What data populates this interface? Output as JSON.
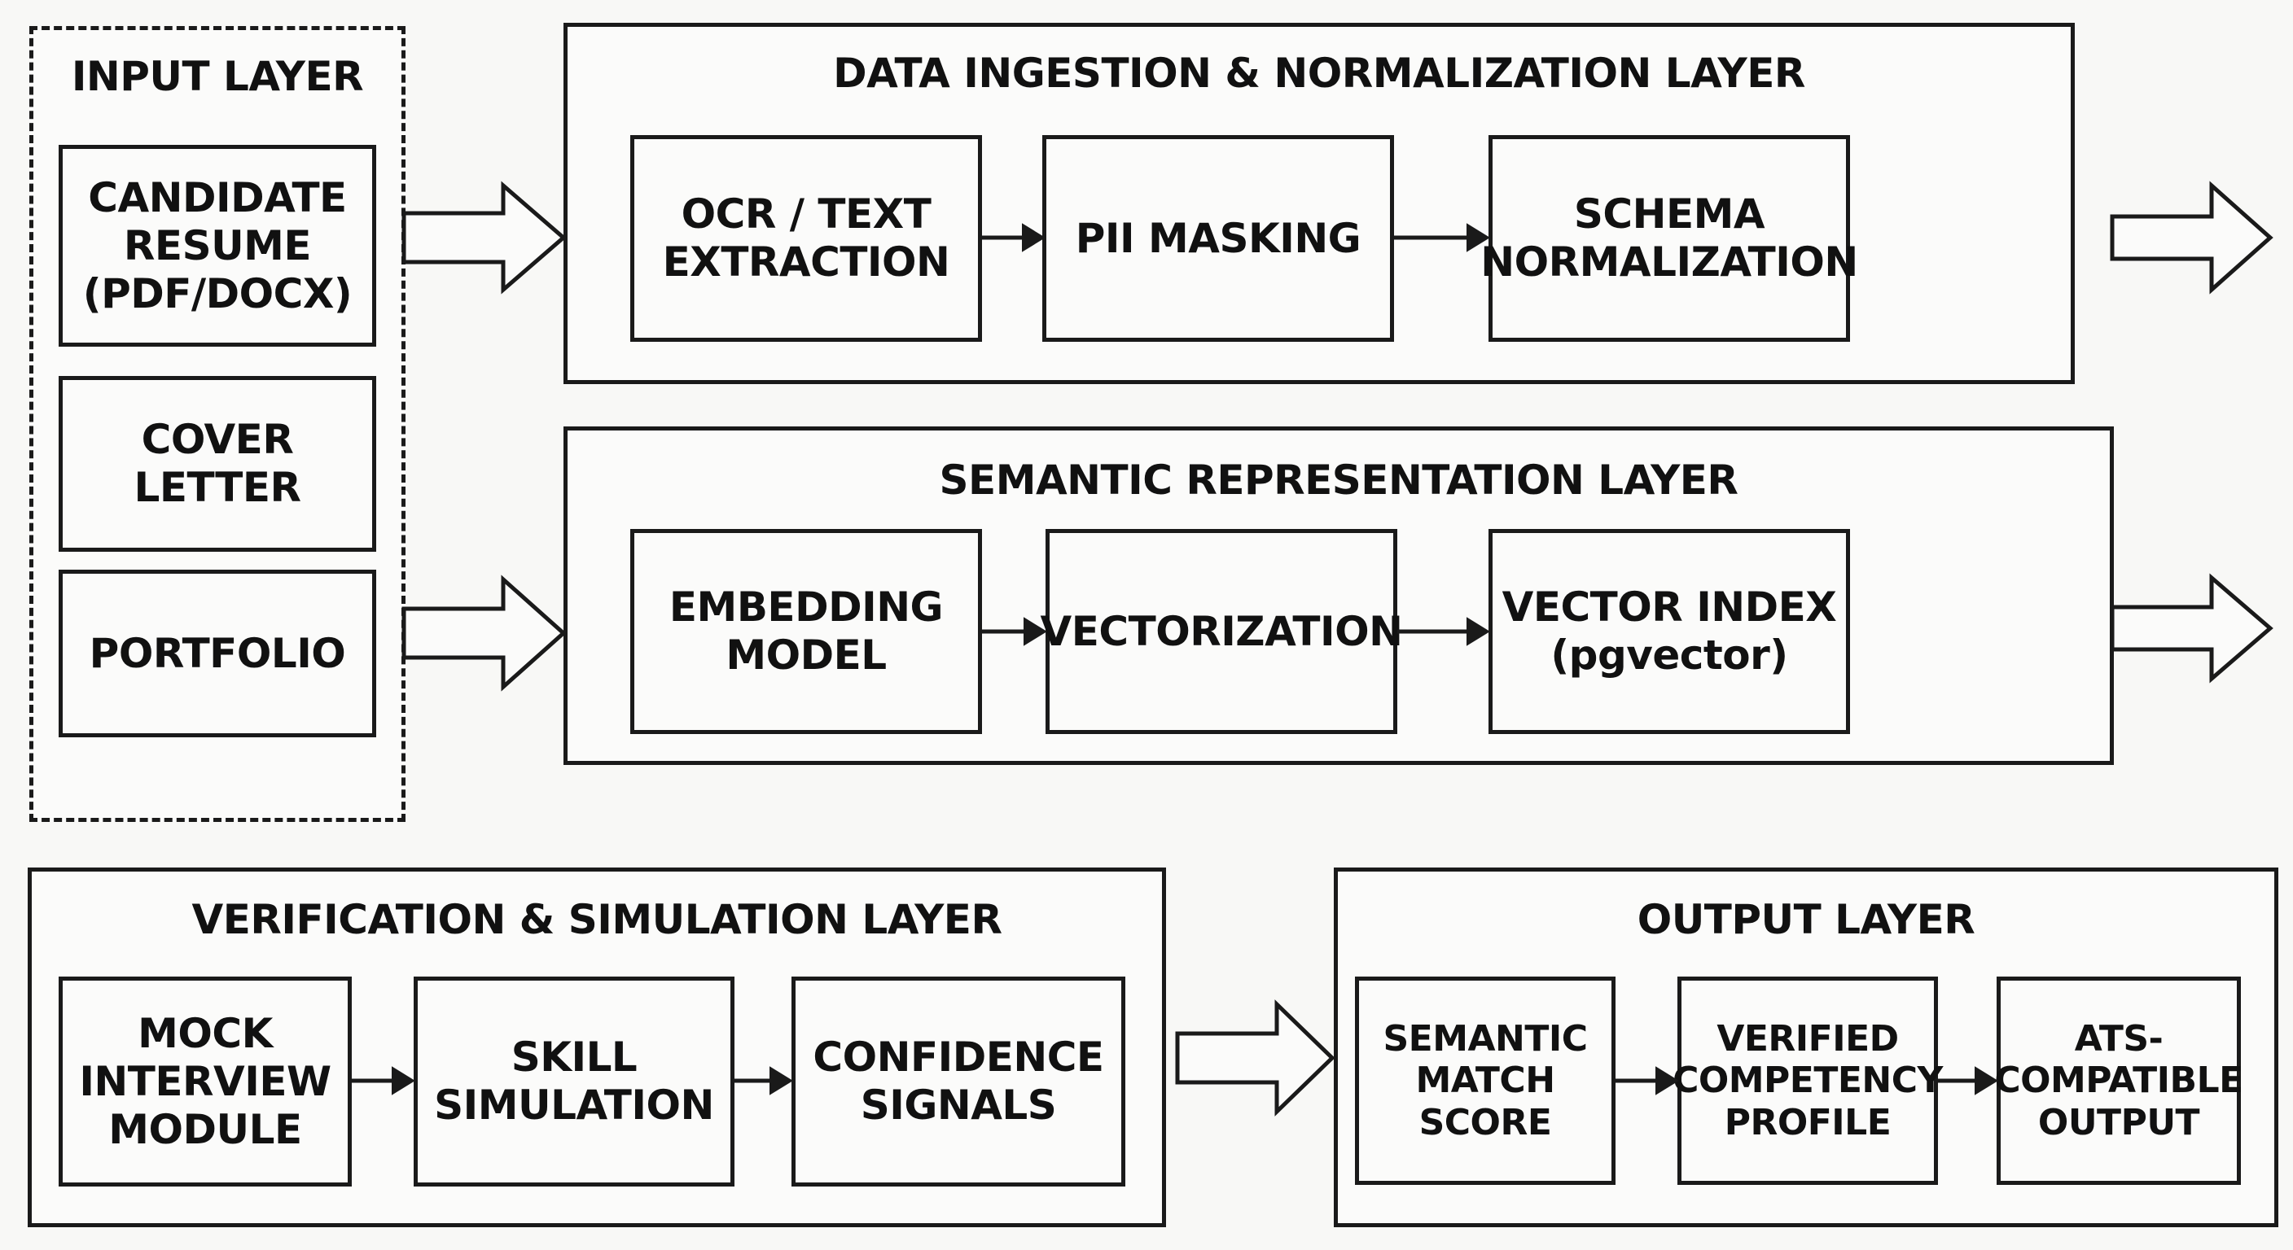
{
  "input_layer": {
    "title": "INPUT LAYER",
    "items": [
      {
        "label": "CANDIDATE\nRESUME\n(PDF/DOCX)"
      },
      {
        "label": "COVER\nLETTER"
      },
      {
        "label": "PORTFOLIO"
      }
    ]
  },
  "ingestion_layer": {
    "title": "DATA INGESTION & NORMALIZATION LAYER",
    "steps": [
      {
        "label": "OCR / TEXT\nEXTRACTION"
      },
      {
        "label": "PII MASKING"
      },
      {
        "label": "SCHEMA\nNORMALIZATION"
      }
    ]
  },
  "semantic_layer": {
    "title": "SEMANTIC REPRESENTATION LAYER",
    "steps": [
      {
        "label": "EMBEDDING\nMODEL"
      },
      {
        "label": "VECTORIZATION"
      },
      {
        "label": "VECTOR INDEX\n(pgvector)"
      }
    ]
  },
  "verification_layer": {
    "title": "VERIFICATION & SIMULATION LAYER",
    "steps": [
      {
        "label": "MOCK\nINTERVIEW\nMODULE"
      },
      {
        "label": "SKILL\nSIMULATION"
      },
      {
        "label": "CONFIDENCE\nSIGNALS"
      }
    ]
  },
  "output_layer": {
    "title": "OUTPUT LAYER",
    "steps": [
      {
        "label": "SEMANTIC\nMATCH\nSCORE"
      },
      {
        "label": "VERIFIED\nCOMPETENCY\nPROFILE"
      },
      {
        "label": "ATS-\nCOMPATIBLE\nOUTPUT"
      }
    ]
  },
  "colors": {
    "stroke": "#1a1a1a",
    "background": "#f8f8f6"
  }
}
